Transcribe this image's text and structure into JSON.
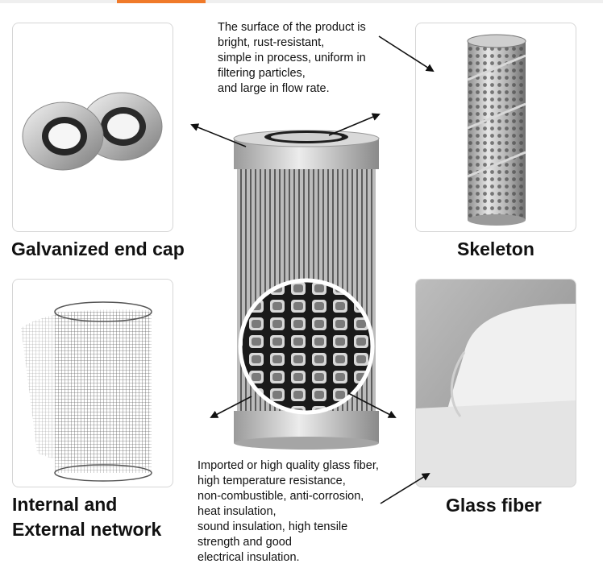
{
  "top_note": "The surface of the product is\nbright, rust-resistant,\nsimple in process, uniform in\nfiltering particles,\nand large in flow rate.",
  "bottom_note": "Imported or high quality glass fiber,\nhigh temperature resistance,\nnon-combustible, anti-corrosion,\nheat insulation,\nsound insulation, high tensile\nstrength and good\nelectrical insulation.",
  "labels": {
    "end_cap": "Galvanized end cap",
    "skeleton": "Skeleton",
    "network_line1": "Internal and",
    "network_line2": "External network",
    "glass_fiber": "Glass fiber"
  },
  "colors": {
    "accent": "#f07a2a",
    "card_border": "#d6d6d6"
  }
}
